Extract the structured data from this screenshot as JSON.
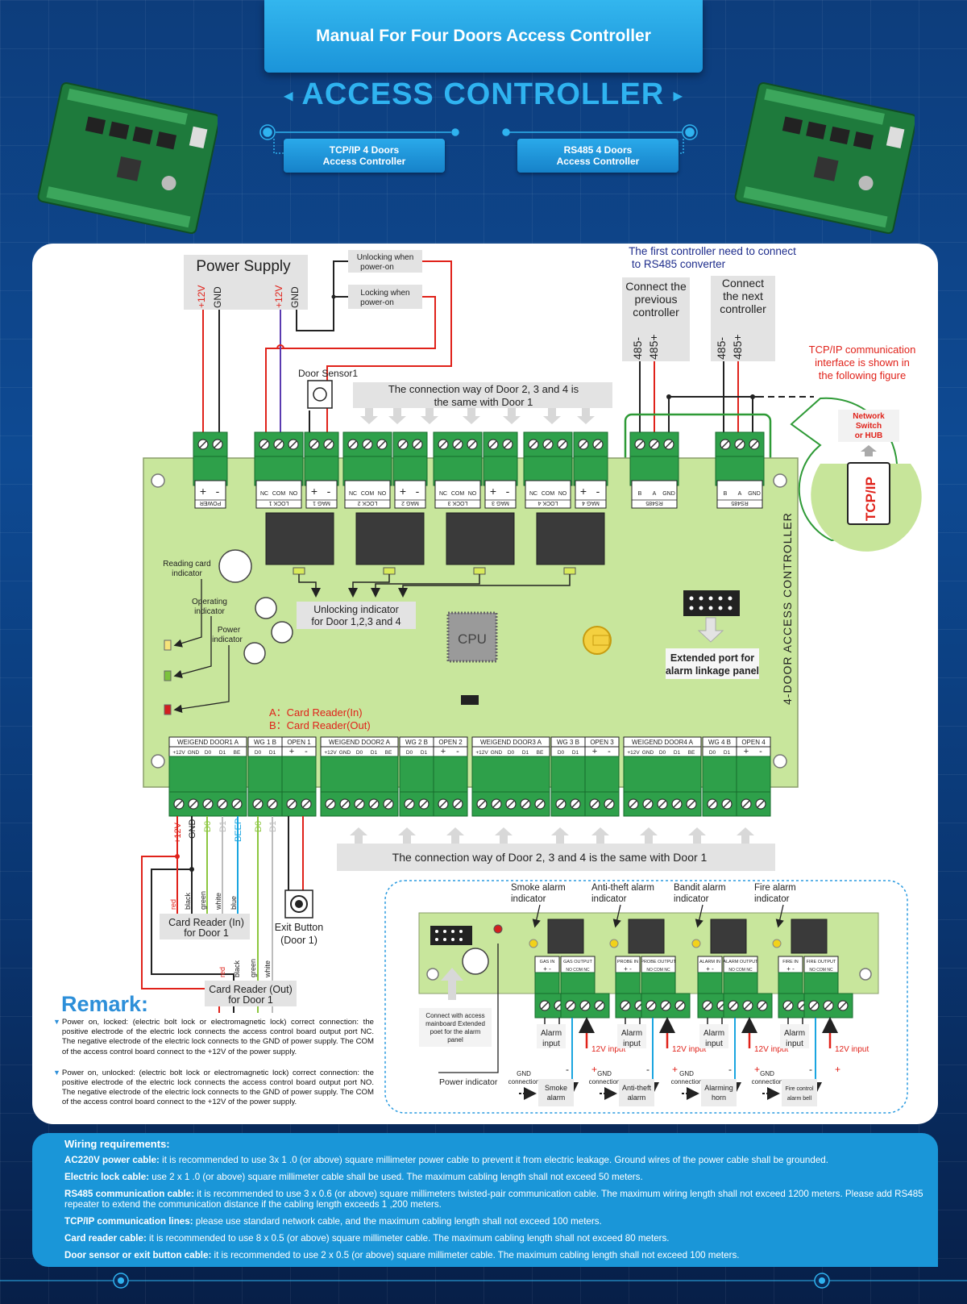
{
  "header": {
    "banner": "Manual For Four Doors Access Controller",
    "title": "ACCESS CONTROLLER",
    "pill_left": [
      "TCP/IP 4 Doors",
      "Access Controller"
    ],
    "pill_right": [
      "RS485 4 Doors",
      "Access Controller"
    ]
  },
  "diagram": {
    "power_supply": "Power Supply",
    "ps_terms": [
      "+12V",
      "GND",
      "+12V",
      "GND"
    ],
    "unlock_on": [
      "Unlocking when",
      "power-on"
    ],
    "lock_on": [
      "Locking when",
      "power-on"
    ],
    "door_sensor": "Door Sensor1",
    "same_top": [
      "The connection way of Door 2, 3 and 4 is",
      "the same with Door 1"
    ],
    "rs485_note": [
      "The first controller need to connect",
      "to RS485 converter"
    ],
    "prev_ctrl": [
      "Connect the",
      "previous",
      "controller"
    ],
    "next_ctrl": [
      "Connect",
      "the next",
      "controller"
    ],
    "rs_terms": [
      "485-",
      "485+"
    ],
    "tcpip_note": [
      "TCP/IP communication",
      "interface is shown in",
      "the following figure"
    ],
    "network_switch": [
      "Network",
      "Switch",
      "or HUB"
    ],
    "tcpip_label": "TCP/IP",
    "top_labels": [
      "POWER",
      "LOCK 1",
      "MAG 1",
      "LOCK 2",
      "MAG 2",
      "LOCK 3",
      "MAG 3",
      "LOCK 4",
      "MAG 4",
      "RS485",
      "RS485"
    ],
    "lock_pins": [
      "NC",
      "COM",
      "NO"
    ],
    "rs_pins_a": [
      "B",
      "A",
      "GND"
    ],
    "rs_pins_b": [
      "B",
      "A",
      "GND"
    ],
    "board_name": "4-DOOR ACCESS CONTROLLER",
    "reading_ind": [
      "Reading card",
      "indicator"
    ],
    "operating_ind": [
      "Operating",
      "indicator"
    ],
    "power_ind": [
      "Power",
      "indicator"
    ],
    "unlock_ind": [
      "Unlocking indicator",
      "for Door 1,2,3 and 4"
    ],
    "cpu": "CPU",
    "ext_port": [
      "Extended port for",
      "alarm linkage panel"
    ],
    "reader_a": "A：Card Reader(In)",
    "reader_b": "B：Card Reader(Out)",
    "bottom_headers": [
      "WEIGEND DOOR1 A",
      "WG 1 B",
      "OPEN 1",
      "WEIGEND DOOR2 A",
      "WG 2 B",
      "OPEN 2",
      "WEIGEND DOOR3 A",
      "WG 3 B",
      "OPEN 3",
      "WEIGEND DOOR4 A",
      "WG 4 B",
      "OPEN 4"
    ],
    "wg_pins": [
      "+12V",
      "GND",
      "D0",
      "D1",
      "BE"
    ],
    "wgb_pins": [
      "D0",
      "D1"
    ],
    "open_pins": [
      "+",
      "-"
    ],
    "same_bottom": "The connection way of Door 2, 3 and 4 is the same with Door 1",
    "wire_labels": [
      "+12V",
      "GND",
      "D0",
      "D1",
      "BEEP",
      "D0",
      "D1"
    ],
    "reader_in_wires": [
      "red",
      "black",
      "green",
      "white",
      "blue"
    ],
    "reader_out_wires": [
      "red",
      "black",
      "green",
      "white"
    ],
    "reader_in": [
      "Card Reader (In)",
      "for Door 1"
    ],
    "reader_out": [
      "Card Reader (Out)",
      "for Door 1"
    ],
    "exit_button": [
      "Exit Button",
      "(Door 1)"
    ]
  },
  "alarm": {
    "indicators": [
      [
        "Smoke alarm",
        "indicator"
      ],
      [
        "Anti-theft alarm",
        "indicator"
      ],
      [
        "Bandit alarm",
        "indicator"
      ],
      [
        "Fire alarm",
        "indicator"
      ]
    ],
    "ports": [
      [
        "GAS IN",
        "GAS OUTPUT"
      ],
      [
        "PROBE IN",
        "PROBE OUTPUT"
      ],
      [
        "ALARM IN",
        "ALARM OUTPUT"
      ],
      [
        "FIRE IN",
        "FIRE OUTPUT"
      ]
    ],
    "alarm_input": [
      "Alarm",
      "input"
    ],
    "v12_input": "12V input",
    "gnd_conn": [
      "GND",
      "connection"
    ],
    "devices": [
      [
        "Smoke",
        "alarm"
      ],
      [
        "Anti-theft",
        "alarm"
      ],
      [
        "Alarming",
        "horn"
      ],
      [
        "Fire control",
        "alarm bell"
      ]
    ],
    "connect_note": [
      "Connect with access",
      "mainboard Extended",
      "poet for the alarm",
      "panel"
    ],
    "power_indicator": "Power indicator"
  },
  "remark": {
    "title": "Remark:",
    "p1": "Power on, locked: (electric bolt lock or electromagnetic lock) correct connection: the positive electrode of the electric lock connects the access control board output port NC. The negative electrode of the electric lock connects to the GND of power supply. The COM of the  access control board connect to the +12V of the power supply.",
    "p2": "Power on, unlocked: (electric bolt lock or electromagnetic lock) correct connection: the positive electrode of the electric lock connects the access control board output port NO. The negative electrode of the electric lock connects to the GND of power supply. The COM of the  access control board connect to the +12V of the power supply."
  },
  "wiring": {
    "title": "Wiring requirements:",
    "rows": [
      {
        "k": "AC220V power cable:",
        "v": " it is recommended to use 3x 1 .0 (or above) square millimeter power cable to prevent it from electric leakage. Ground wires of the power cable shall be grounded."
      },
      {
        "k": "Electric lock cable:",
        "v": " use 2 x 1 .0 (or above) square millimeter cable shall be used. The maximum cabling length shall not exceed 50 meters."
      },
      {
        "k": "RS485 communication cable:",
        "v": " it is recommended to use 3 x 0.6 (or above) square millimeters twisted-pair communication cable. The maximum wiring length shall not exceed 1200 meters. Please add RS485 repeater to extend the communication distance if the cabling length exceeds 1 ,200 meters."
      },
      {
        "k": "TCP/IP communication lines:",
        "v": " please use standard network cable, and the maximum cabling length shall not exceed 100 meters."
      },
      {
        "k": "Card reader cable:",
        "v": " it is recommended to use 8 x 0.5 (or above) square millimeter cable. The maximum cabling length shall not exceed 80 meters."
      },
      {
        "k": "Door sensor or exit button cable:",
        "v": " it is recommended to use 2 x 0.5 (or above) square millimeter cable. The maximum cabling length shall not exceed 100 meters."
      }
    ]
  }
}
